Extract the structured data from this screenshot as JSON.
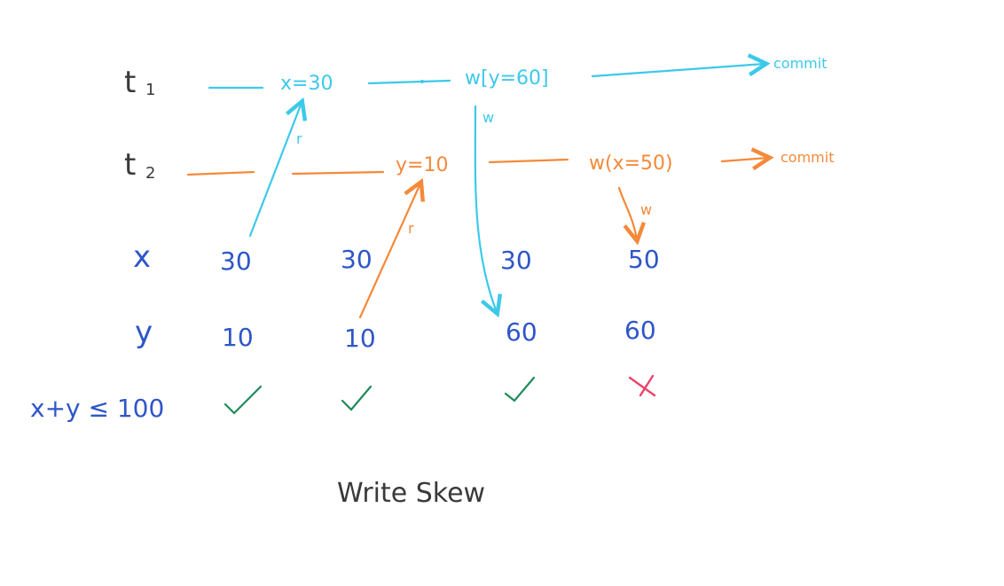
{
  "transactions": {
    "t1": {
      "label": "t",
      "sub": "1",
      "read": "x=30",
      "write": "w[y=60]",
      "commit": "commit",
      "write_marker": "w",
      "read_marker": "r"
    },
    "t2": {
      "label": "t",
      "sub": "2",
      "read": "y=10",
      "write": "w(x=50)",
      "commit": "commit",
      "write_marker": "w",
      "read_marker": "r"
    }
  },
  "rows": {
    "x": {
      "label": "x",
      "values": [
        "30",
        "30",
        "30",
        "50"
      ]
    },
    "y": {
      "label": "y",
      "values": [
        "10",
        "10",
        "60",
        "60"
      ]
    },
    "constraint": {
      "label": "x+y ≤ 100",
      "results": [
        "check",
        "check",
        "check",
        "cross"
      ]
    }
  },
  "caption": "Write Skew",
  "colors": {
    "t1": "#3cc9ea",
    "t2": "#f5893a",
    "values": "#2f56c8",
    "ok": "#1e8a5a",
    "fail": "#e8436a"
  }
}
